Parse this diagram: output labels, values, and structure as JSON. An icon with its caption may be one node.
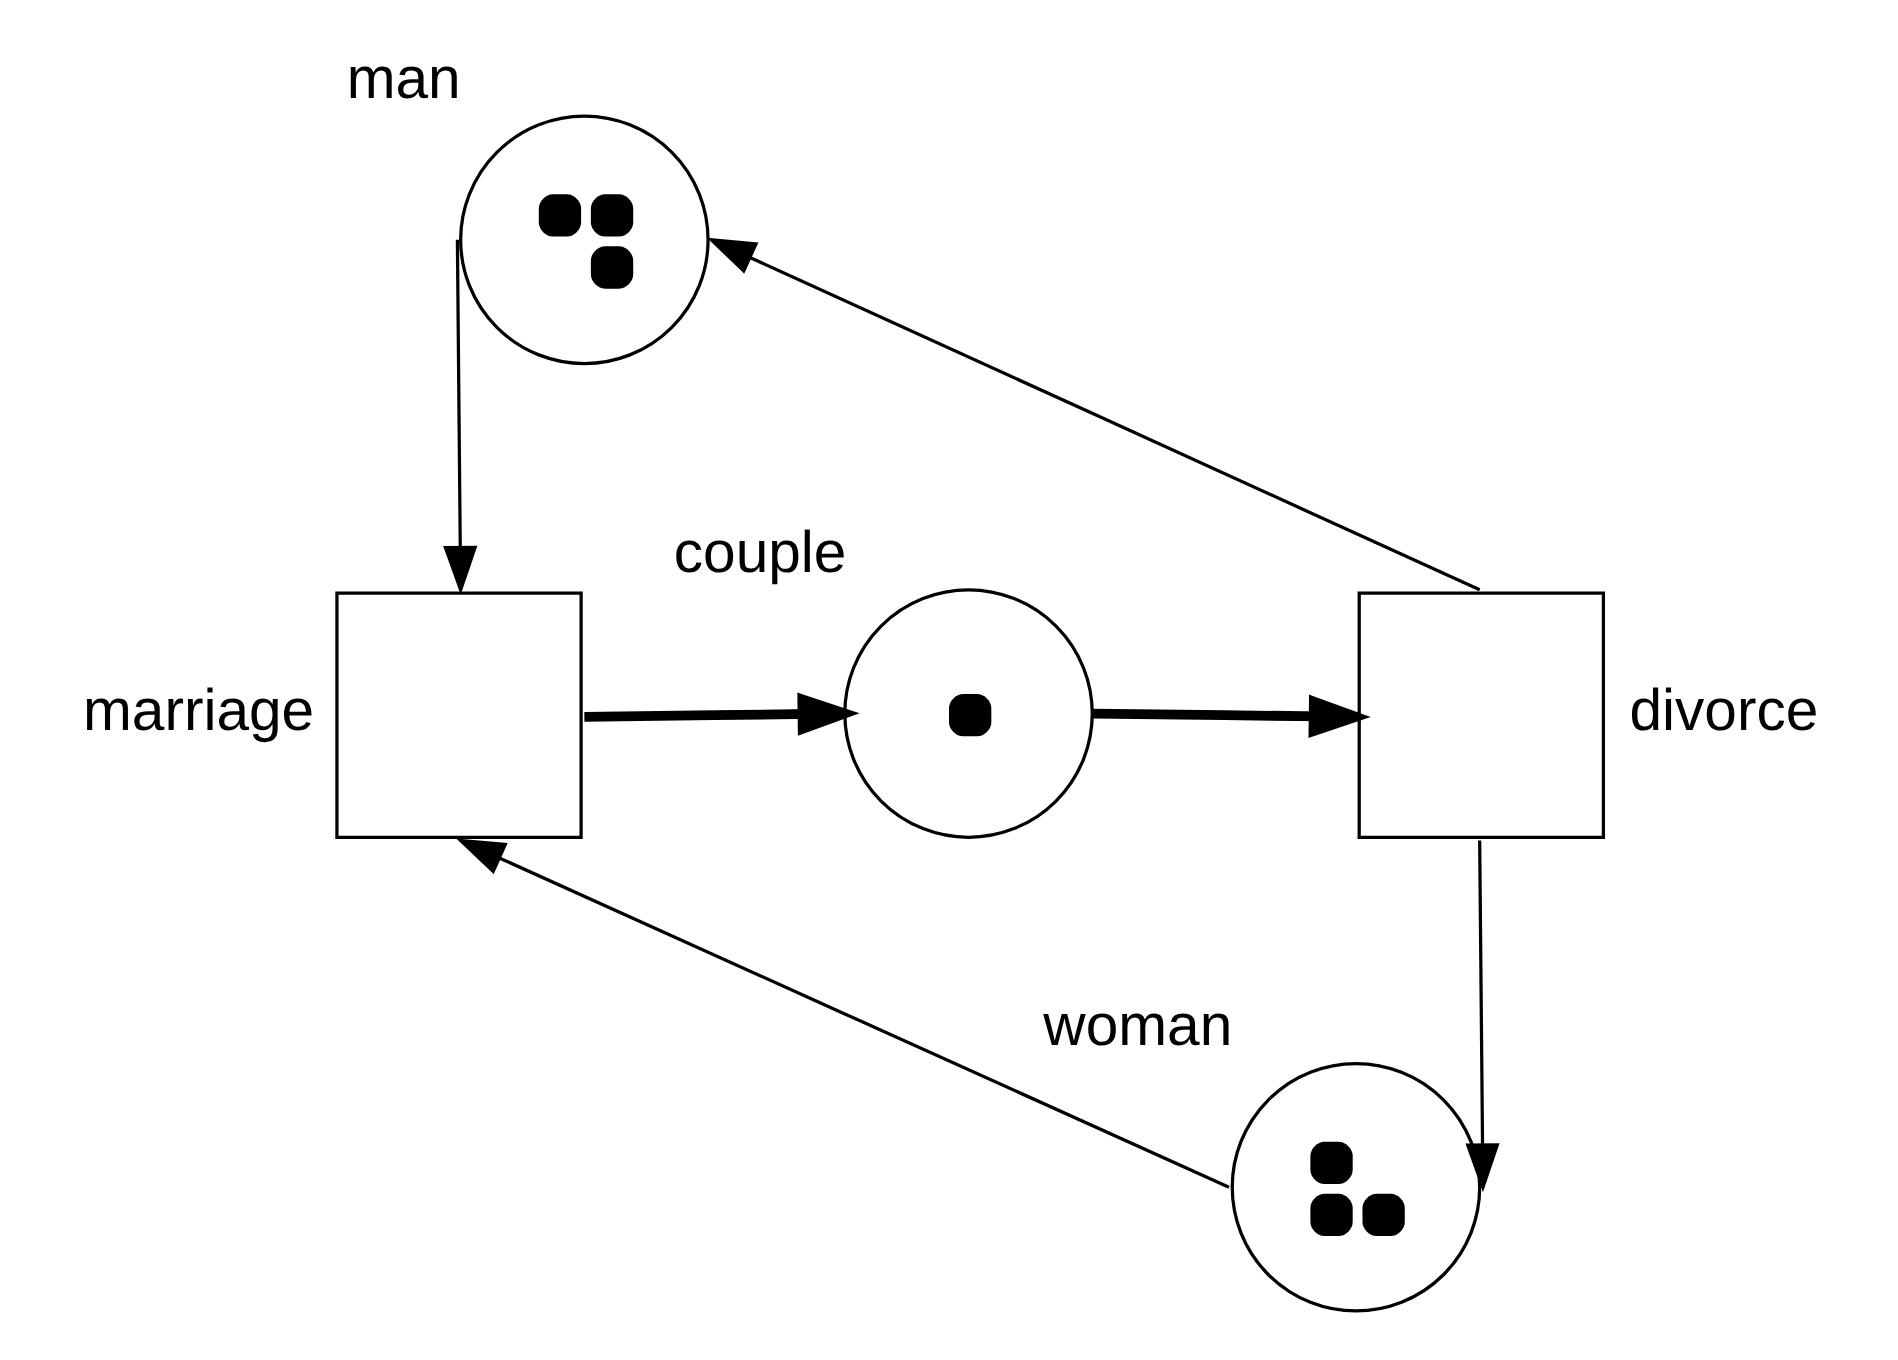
{
  "diagram": {
    "nodes": [
      {
        "text": [],
        "shape": "circle",
        "beside": [
          "man"
        ]
      },
      {
        "text": [],
        "shape": "box",
        "beside": [
          "marriage"
        ]
      },
      {
        "text": [],
        "shape": "circle",
        "beside": [
          "couple"
        ]
      },
      {
        "text": [],
        "shape": "box",
        "beside": [
          "divorce"
        ]
      },
      {
        "text": [],
        "shape": "circle",
        "beside": [
          "woman"
        ]
      }
    ],
    "edges": [
      {
        "from": 0,
        "to": 1,
        "arrow": "to"
      },
      {
        "from": 4,
        "to": 1,
        "arrow": "to"
      },
      {
        "from": 1,
        "to": 2,
        "arrow": "to",
        "style": "thick"
      },
      {
        "from": 2,
        "to": 3,
        "arrow": "to",
        "style": "thick"
      },
      {
        "from": 3,
        "to": 0,
        "arrow": "to"
      },
      {
        "from": 3,
        "to": 4,
        "arrow": "to"
      }
    ]
  }
}
